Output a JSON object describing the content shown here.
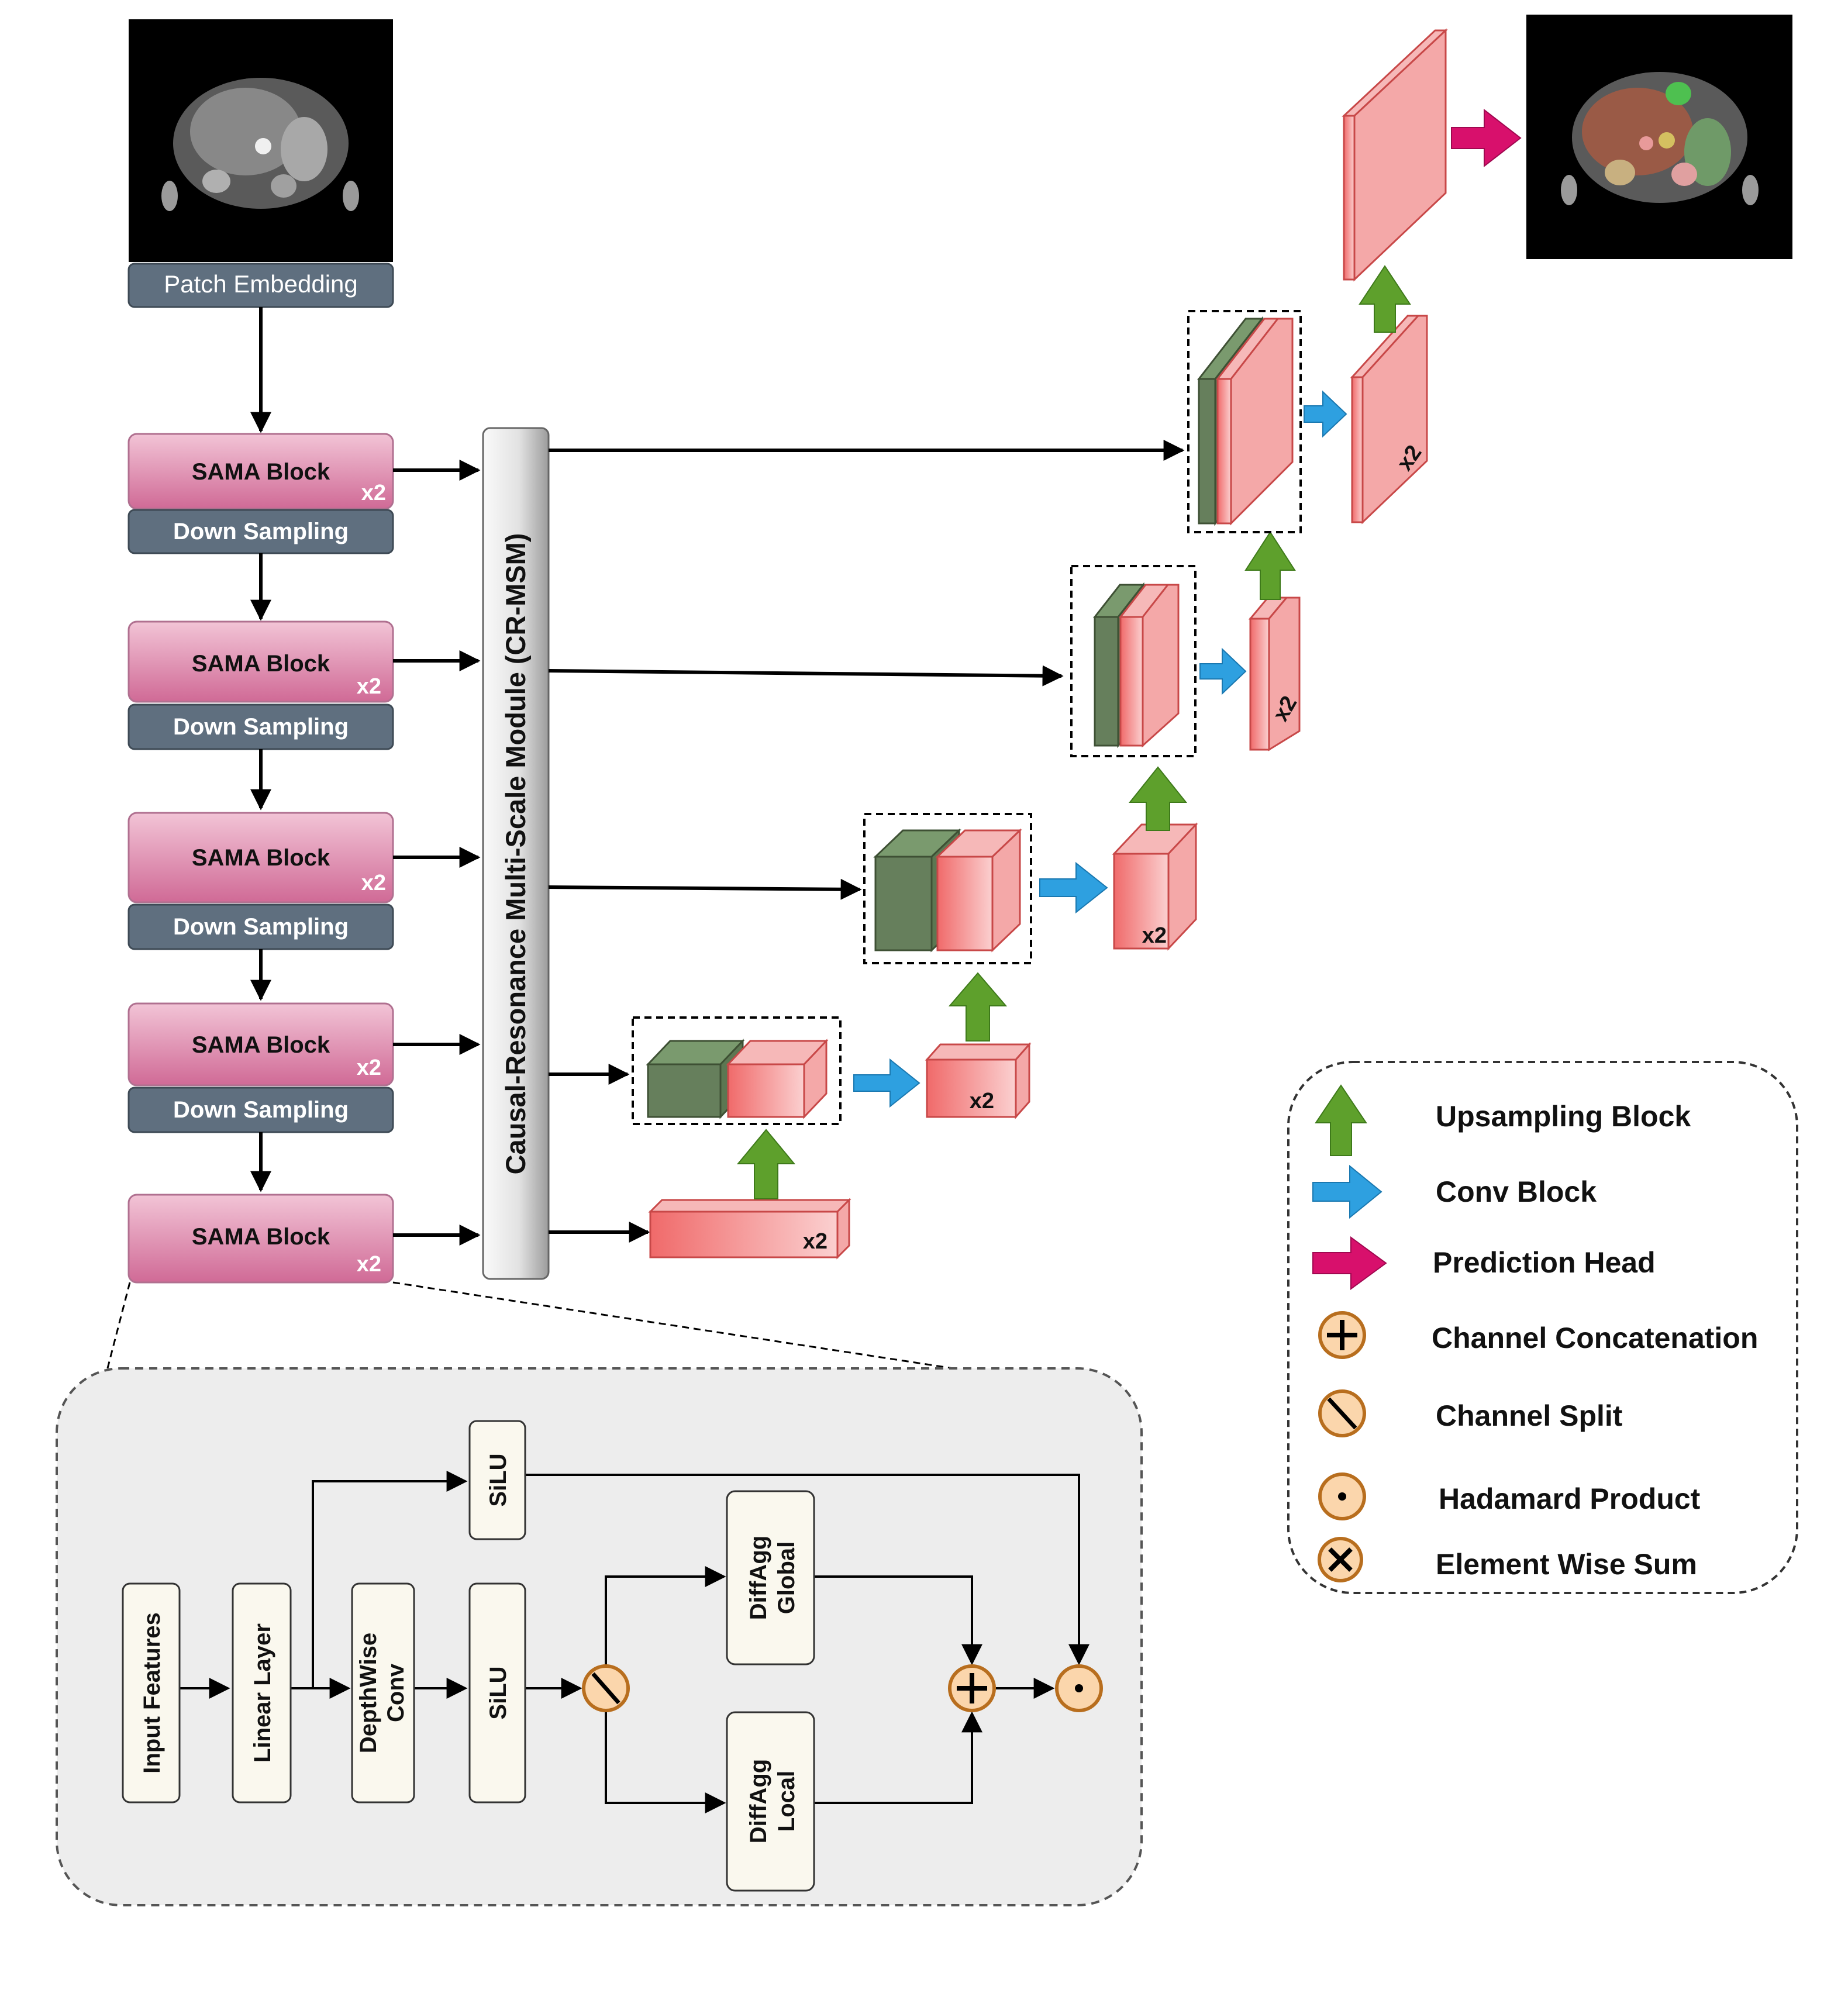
{
  "encoder": {
    "patch_embedding": "Patch Embedding",
    "sama_block": "SAMA Block",
    "down_sampling": "Down Sampling",
    "repeat": "x2"
  },
  "crmsm": {
    "label": "Causal-Resonance Multi-Scale Module (CR-MSM)"
  },
  "decoder": {
    "repeat": "x2"
  },
  "detail": {
    "input_features": "Input Features",
    "linear_layer": "Linear Layer",
    "depthwise_line1": "DepthWise",
    "depthwise_line2": "Conv",
    "silu": "SiLU",
    "diffagg": "DiffAgg",
    "global": "Global",
    "local": "Local"
  },
  "legend": {
    "upsampling": "Upsampling Block",
    "conv": "Conv Block",
    "prediction": "Prediction Head",
    "concat": "Channel Concatenation",
    "split": "Channel Split",
    "hadamard": "Hadamard Product",
    "elementwise": "Element Wise Sum"
  },
  "colors": {
    "sama_top": "#f2c4d6",
    "sama_bottom": "#d06a96",
    "dark_box": "#5f6f7f",
    "crmsm_light": "#f4f4f4",
    "crmsm_dark": "#9c9c9c",
    "green_block": "#667f5c",
    "red_block": "#f07070",
    "up_arrow": "#5ea02c",
    "conv_arrow": "#2ea0e0",
    "pred_arrow": "#d8106c",
    "op_fill": "#fbd6ac",
    "op_stroke": "#b86e1e",
    "panel": "#ededed"
  }
}
